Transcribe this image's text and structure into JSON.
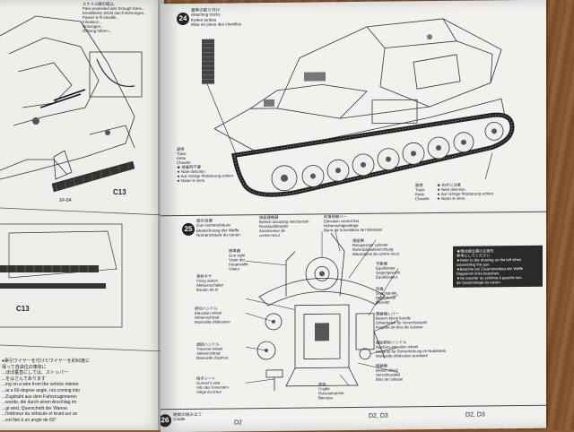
{
  "left_page": {
    "top_note": [
      "エナメル線の端は、",
      "Pass enameled wire through holes...",
      "Emaillierten Draht durch Bohrungen...",
      "Passer le fil émaillé...",
      "Introducir...",
      "Onnungen...",
      "Öffnung führen..."
    ],
    "ref_c13_top": "C13",
    "ref_xf84": "XF-84",
    "ref_c13_bottom": "C13",
    "bottom_note": [
      "●牽引ワイヤーを付けたワイヤーを約60度に",
      "保って自由位の車体に",
      "...ほぼ垂直にしては、ストッパー",
      "...をはさんであります",
      "...ing on a wire from the vehicle interior",
      "...at a 60-degree angle, not coming into",
      "...Zugdraht aus dem Fahrzeuginneren",
      "...wurde, die durch einen Anschlag im",
      "...gt wird, Querschnitt der Wanne.",
      "...l'intérieur du véhicule et tirant sur un",
      "...est fixé à un angle de 60°"
    ]
  },
  "step24": {
    "number": "24",
    "title_lines": [
      "履帯の取り付け",
      "Attaching tracks",
      "Ketten einbau",
      "Mise en place des chenilles"
    ],
    "track_left": [
      "履帯",
      "Track",
      "Kette",
      "Chenille",
      "★ 接着剤不要",
      "★ Note direction.",
      "★ Auf richtige Platzierung achten.",
      "★ Notez le sens."
    ],
    "track_right_num": [
      "履帯",
      "Track",
      "Kette",
      "Chenille"
    ],
    "track_right_note": [
      "★ 向きに注意",
      "★ Note direction.",
      "★ Auf richtige Platzierung achten.",
      "★ Notez le sens."
    ]
  },
  "step25": {
    "number": "25",
    "title_lines": [
      "砲の各部",
      "Gun nomenclature",
      "Bezeichnung der Waffe",
      "Nomenclature du canon"
    ],
    "labels_left": [
      [
        "照準器",
        "Gun sight",
        "Visier der",
        "Hauptwaffe",
        "Viseur"
      ],
      [
        "発射ギヤ",
        "Firing switch",
        "Abfeuerschalter",
        "Bouton de tir"
      ],
      [
        "俯仰ハンドル",
        "Elevation wheel",
        "Höhenrichtrad",
        "Manivelle d'élévation"
      ],
      [
        "旋回ハンドル",
        "Traverse wheel",
        "Seitenrichtrad",
        "Manivelle d'azimut"
      ],
      [
        "砲手シート",
        "Gunner's seat",
        "Sitz des Kanoniers",
        "Siège du tireur"
      ]
    ],
    "labels_top": [
      [
        "後座緩衝器",
        "Breech actuating mechanism",
        "Rücklaufdämpfer",
        "Amortisseur de",
        "contre-recul"
      ],
      [
        "仰角制御バー",
        "Elevation control bar",
        "Höhenrichtgestänge",
        "Barre de la limitation de l'élévation"
      ],
      [
        "復座機",
        "Recuperator cylinder",
        "Rohrrücklaufeinrichtung",
        "Mécanisme de contre-recul"
      ]
    ],
    "labels_right": [
      [
        "平衡機",
        "Equilibrator",
        "Gegengewicht",
        "Équilibrateur"
      ],
      [
        "防盾",
        "Gun mantlet",
        "Rohrblende",
        "Bouclier"
      ],
      [
        "閉鎖機レバー",
        "Breech block handle",
        "Öffnerhebel für Verschlusskeil",
        "Poignée de bloc de culasse"
      ],
      [
        "補助俯仰ハンドル",
        "Auxiliary elevation wheel",
        "Handrad für Rohrerhöhung im Notbetrieb",
        "Manivelle d'élévation auxiliaire"
      ],
      [
        "閉鎖機",
        "Breech block",
        "Verschlusskeil",
        "Bloc de culasse"
      ],
      [
        "揺架",
        "Cradle",
        "Rohraufnahme",
        "Berceau"
      ]
    ],
    "note_box": [
      "★砲は組立図の左側を",
      "参考にしてください",
      "★Refer to the drawing on the left when",
      "assembling the gun.",
      "★Beachte bei Zusammenbau der Waffe",
      "Diagramm links beachten.",
      "★Se reporter au schéma à gauche lors",
      "de l'assemblage du canon."
    ]
  },
  "step26": {
    "number": "26",
    "title_lines": [
      "砲架の組み立て",
      "Cradle"
    ],
    "refs": [
      "D2",
      "D2, D3",
      "D2, D3"
    ]
  },
  "colors": {
    "paper": "#f1f1ee",
    "ink": "#222222",
    "wood": "#8a5a32"
  }
}
